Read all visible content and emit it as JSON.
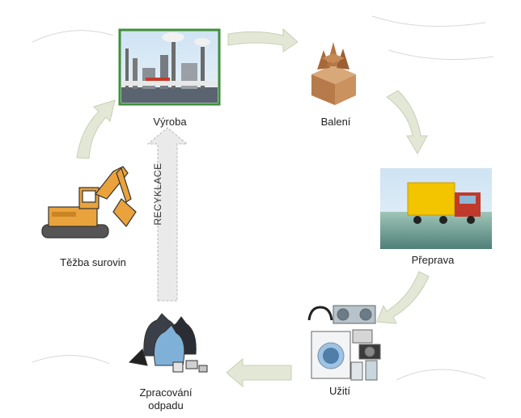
{
  "diagram": {
    "nodes": {
      "vyroba": "Výroba",
      "baleni": "Balení",
      "preprava": "Přeprava",
      "uziti": "Užití",
      "zpracovani": "Zpracování odpadu",
      "tezba": "Těžba surovin"
    },
    "recycling_label": "RECYKLACE"
  },
  "colors": {
    "arrow_fill": "#e3e8d6",
    "arrow_stroke": "#c7cfb4",
    "factory_frame": "#3f8f3a",
    "excavator": "#e9a23c",
    "truck": "#f3c400",
    "box": "#b77a4a"
  }
}
